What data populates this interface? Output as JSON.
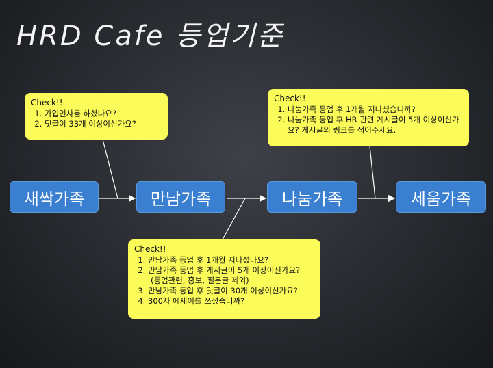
{
  "title": "HRD Cafe 등업기준",
  "stages": [
    "새싹가족",
    "만남가족",
    "나눔가족",
    "세움가족"
  ],
  "notes": {
    "n1": {
      "check": "Check!!",
      "items": [
        "가입인사를 하셨나요?",
        "덧글이 33개 이상이신가요?"
      ]
    },
    "n2": {
      "check": "Check!!",
      "items": [
        "나눔가족 등업 후 1개월 지나셨습니까?",
        "나눔가족 등업 후 HR 관련 게시글이 5개 이상이신가요?  게시글의 링크를 적어주세요."
      ]
    },
    "n3": {
      "check": "Check!!",
      "items": [
        "만남가족 등업 후 1개월 지나셨나요?",
        "만남가족 등업 후 게시글이 5개 이상이신가요?",
        "만남가족 등업 후 덧글이 30개 이상이신가요?",
        "300자 에세이를 쓰셨습니까?"
      ],
      "item2_sub": "(등업관련, 홍보, 질문글 제외)"
    }
  },
  "colors": {
    "stage": "#3a7fd0",
    "note": "#fbfb5a",
    "line": "#ffffff"
  }
}
